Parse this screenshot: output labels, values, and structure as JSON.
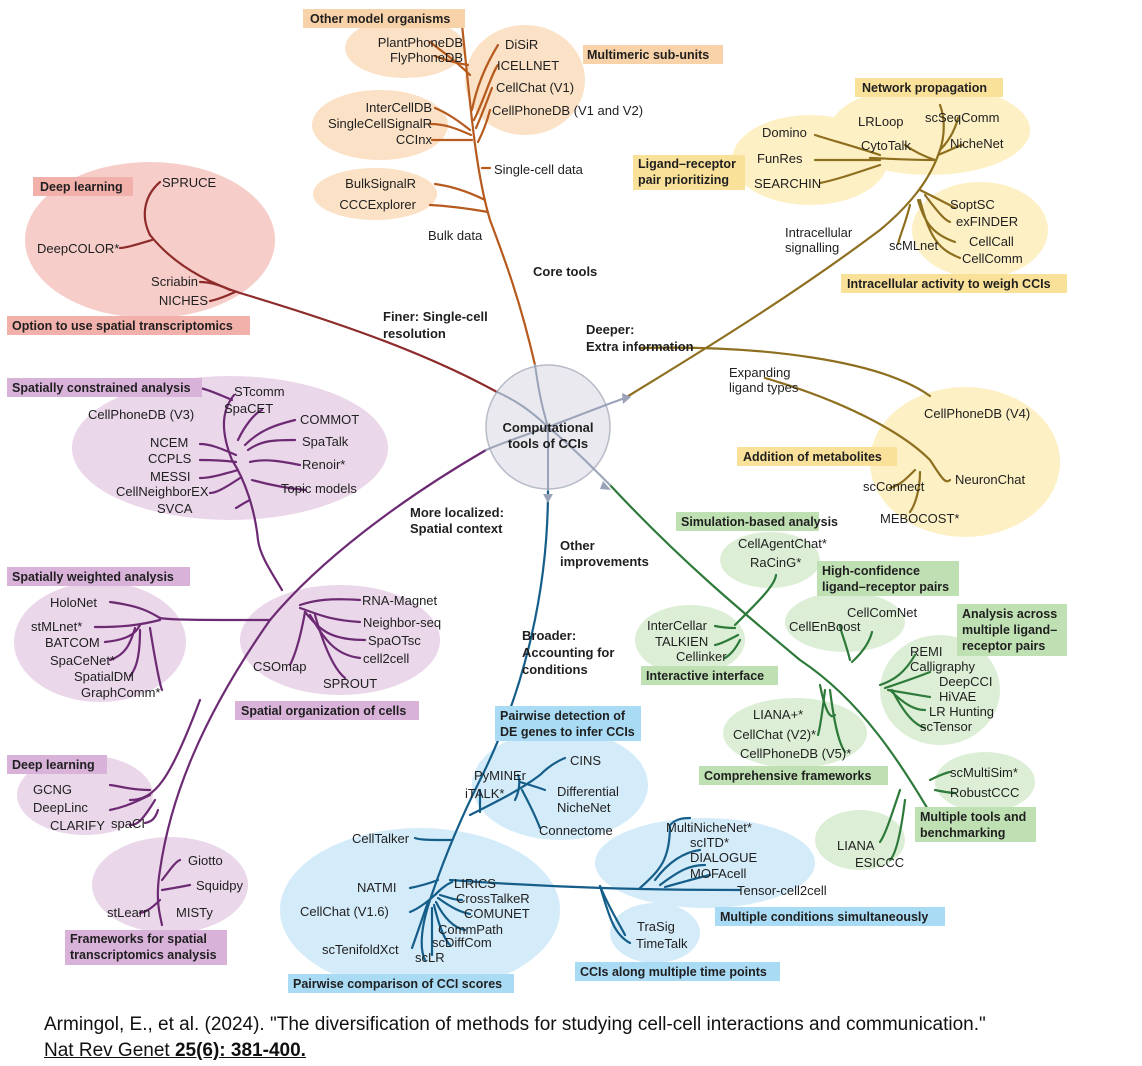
{
  "center": [
    "Computational",
    "tools of CCIs"
  ],
  "colors": {
    "core": "#b65a1e",
    "finer": "#8e2b2b",
    "deeper": "#8e6f1f",
    "localized": "#6c2a73",
    "broader": "#155e8a",
    "other": "#2e7a3a",
    "hub": "#9aa3b8"
  },
  "branches": {
    "core": "Core tools",
    "finer": [
      "Finer: Single-cell",
      "resolution"
    ],
    "deeper": [
      "Deeper:",
      "Extra information"
    ],
    "localized": [
      "More localized:",
      "Spatial context"
    ],
    "broader": [
      "Broader:",
      "Accounting for",
      "conditions"
    ],
    "other": [
      "Other",
      "improvements"
    ]
  },
  "core": {
    "other_organisms": "Other model organisms",
    "multimeric": "Multimeric sub-units",
    "single_cell_data": "Single-cell data",
    "bulk_data": "Bulk data",
    "tools_organisms": [
      "PlantPhoneDB",
      "FlyPhoneDB"
    ],
    "tools_multimeric": [
      "DiSiR",
      "ICELLNET",
      "CellChat (V1)",
      "CellPhoneDB (V1 and V2)"
    ],
    "tools_single": [
      "InterCellDB",
      "SingleCellSignalR",
      "CCInx"
    ],
    "tools_bulk": [
      "BulkSignalR",
      "CCCExplorer"
    ]
  },
  "finer": {
    "deep_learning": "Deep learning",
    "spatial_option": "Option to use spatial transcriptomics",
    "tools": [
      "SPRUCE",
      "DeepCOLOR*",
      "Scriabin",
      "NICHES"
    ]
  },
  "deeper": {
    "network_propagation": "Network propagation",
    "lr_prioritizing": [
      "Ligand–receptor",
      "pair prioritizing"
    ],
    "intracellular_activity": "Intracellular activity to weigh CCIs",
    "intracellular_signalling": [
      "Intracellular",
      "signalling"
    ],
    "expanding": [
      "Expanding",
      "ligand types"
    ],
    "metabolites": "Addition of metabolites",
    "tools_network": [
      "LRLoop",
      "scSeqComm",
      "CytoTalk",
      "NicheNet"
    ],
    "tools_prioritizing": [
      "Domino",
      "FunRes",
      "SEARCHIN"
    ],
    "tools_intracellular": [
      "SoptSC",
      "exFINDER",
      "scMLnet",
      "CellCall",
      "CellComm"
    ],
    "tools_metabolites": [
      "CellPhoneDB (V4)",
      "NeuronChat",
      "scConnect",
      "MEBOCOST*"
    ]
  },
  "localized": {
    "constrained": "Spatially constrained analysis",
    "weighted": "Spatially weighted analysis",
    "organization": "Spatial organization of cells",
    "deep_learning": "Deep learning",
    "frameworks": [
      "Frameworks for spatial",
      "transcriptomics analysis"
    ],
    "tools_constrained": [
      "STcomm",
      "SpaCET",
      "CellPhoneDB (V3)",
      "COMMOT",
      "SpaTalk",
      "NCEM",
      "CCPLS",
      "Renoir*",
      "MESSI",
      "CellNeighborEX",
      "Topic models",
      "SVCA"
    ],
    "tools_weighted": [
      "HoloNet",
      "stMLnet*",
      "BATCOM",
      "SpaCeNet*",
      "SpatialDM",
      "GraphComm*"
    ],
    "tools_organization": [
      "RNA-Magnet",
      "Neighbor-seq",
      "SpaOTsc",
      "CSOmap",
      "cell2cell",
      "SPROUT"
    ],
    "tools_deep": [
      "GCNG",
      "DeepLinc",
      "CLARIFY",
      "spaCI"
    ],
    "tools_frameworks": [
      "Giotto",
      "Squidpy",
      "stLearn",
      "MISTy"
    ]
  },
  "broader": {
    "pairwise_de": [
      "Pairwise detection of",
      "DE genes to infer CCIs"
    ],
    "pairwise_comparison": "Pairwise comparison of CCI scores",
    "multiple_conditions": "Multiple conditions simultaneously",
    "time_points": "CCIs along multiple time points",
    "tools_de": [
      "PyMINEr",
      "CINS",
      "iTALK*",
      "Differential",
      "NicheNet",
      "Connectome"
    ],
    "tools_comparison": [
      "CellTalker",
      "NATMI",
      "LIRICS",
      "CrossTalkeR",
      "CellChat (V1.6)",
      "COMUNET",
      "CommPath",
      "scTenifoldXct",
      "scDiffCom",
      "scLR"
    ],
    "tools_conditions": [
      "MultiNicheNet*",
      "scITD*",
      "DIALOGUE",
      "MOFAcell",
      "Tensor-cell2cell"
    ],
    "tools_time": [
      "TraSig",
      "TimeTalk"
    ]
  },
  "other": {
    "simulation": "Simulation-based analysis",
    "high_confidence": [
      "High-confidence",
      "ligand–receptor pairs"
    ],
    "analysis_across": [
      "Analysis across",
      "multiple ligand–",
      "receptor pairs"
    ],
    "interactive": "Interactive interface",
    "comprehensive": "Comprehensive frameworks",
    "benchmarking": [
      "Multiple tools and",
      "benchmarking"
    ],
    "tools_simulation": [
      "CellAgentChat*",
      "RaCinG*"
    ],
    "tools_high": [
      "CellComNet",
      "CellEnBoost"
    ],
    "tools_across": [
      "REMI",
      "Calligraphy",
      "DeepCCI",
      "HiVAE",
      "LR Hunting",
      "scTensor"
    ],
    "tools_interactive": [
      "InterCellar",
      "TALKIEN",
      "Cellinker"
    ],
    "tools_comprehensive": [
      "LIANA+*",
      "CellChat (V2)*",
      "CellPhoneDB (V5)*"
    ],
    "tools_bench": [
      "scMultiSim*",
      "RobustCCC",
      "LIANA",
      "ESICCC"
    ]
  },
  "citation": {
    "text": "Armingol, E., et al. (2024). \"The diversification of methods for studying cell-cell interactions and communication.\"",
    "journal": "Nat Rev Genet ",
    "volume": "25(6): 381-400."
  }
}
